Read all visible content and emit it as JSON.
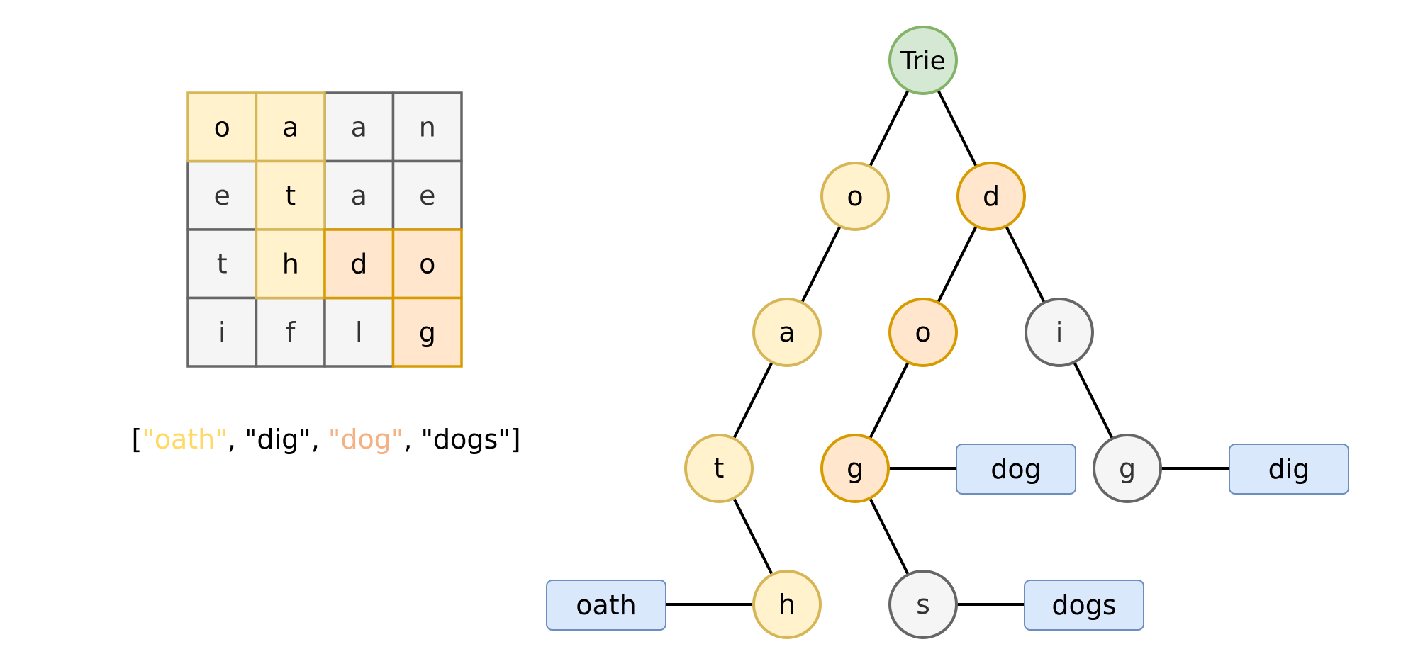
{
  "colors": {
    "yellow_fill": "#FFF2CC",
    "yellow_stroke": "#D6B656",
    "orange_fill": "#FFE6CC",
    "orange_stroke": "#D79B00",
    "gray_fill": "#F5F5F5",
    "gray_stroke": "#666666",
    "green_fill": "#D5E8D4",
    "green_stroke": "#82B366",
    "blue_fill": "#DAE8FC",
    "blue_stroke": "#6C8EBF",
    "text": "#000000",
    "gray_text": "#333333",
    "word_oath": "#FFD966",
    "word_dog": "#F4B183"
  },
  "grid": {
    "rows": [
      [
        "o",
        "a",
        "a",
        "n"
      ],
      [
        "e",
        "t",
        "a",
        "e"
      ],
      [
        "t",
        "h",
        "d",
        "o"
      ],
      [
        "i",
        "f",
        "l",
        "g"
      ]
    ],
    "highlight": [
      [
        "yellow",
        "yellow",
        "gray",
        "gray"
      ],
      [
        "gray",
        "yellow",
        "gray",
        "gray"
      ],
      [
        "gray",
        "yellow",
        "orange",
        "orange"
      ],
      [
        "gray",
        "gray",
        "gray",
        "orange"
      ]
    ]
  },
  "words": {
    "open_bracket": "[",
    "close_bracket": "]",
    "separator": ", ",
    "items": [
      {
        "text": "\"oath\"",
        "color": "yellow"
      },
      {
        "text": "\"dig\"",
        "color": "black"
      },
      {
        "text": "\"dog\"",
        "color": "orange"
      },
      {
        "text": "\"dogs\"",
        "color": "black"
      }
    ]
  },
  "trie": {
    "nodes": [
      {
        "id": "root",
        "label": "Trie",
        "style": "green"
      },
      {
        "id": "o1",
        "label": "o",
        "style": "yellow"
      },
      {
        "id": "d1",
        "label": "d",
        "style": "orange"
      },
      {
        "id": "a1",
        "label": "a",
        "style": "yellow"
      },
      {
        "id": "o2",
        "label": "o",
        "style": "orange"
      },
      {
        "id": "i1",
        "label": "i",
        "style": "gray"
      },
      {
        "id": "t1",
        "label": "t",
        "style": "yellow"
      },
      {
        "id": "g1",
        "label": "g",
        "style": "orange"
      },
      {
        "id": "g2",
        "label": "g",
        "style": "gray"
      },
      {
        "id": "h1",
        "label": "h",
        "style": "yellow"
      },
      {
        "id": "s1",
        "label": "s",
        "style": "gray"
      }
    ],
    "edges": [
      [
        "root",
        "o1"
      ],
      [
        "root",
        "d1"
      ],
      [
        "o1",
        "a1"
      ],
      [
        "a1",
        "t1"
      ],
      [
        "t1",
        "h1"
      ],
      [
        "d1",
        "o2"
      ],
      [
        "d1",
        "i1"
      ],
      [
        "o2",
        "g1"
      ],
      [
        "g1",
        "s1"
      ],
      [
        "i1",
        "g2"
      ]
    ],
    "word_boxes": [
      {
        "id": "box_dog",
        "label": "dog",
        "attached_to": "g1"
      },
      {
        "id": "box_dig",
        "label": "dig",
        "attached_to": "g2"
      },
      {
        "id": "box_oath",
        "label": "oath",
        "attached_to": "h1"
      },
      {
        "id": "box_dogs",
        "label": "dogs",
        "attached_to": "s1"
      }
    ]
  }
}
